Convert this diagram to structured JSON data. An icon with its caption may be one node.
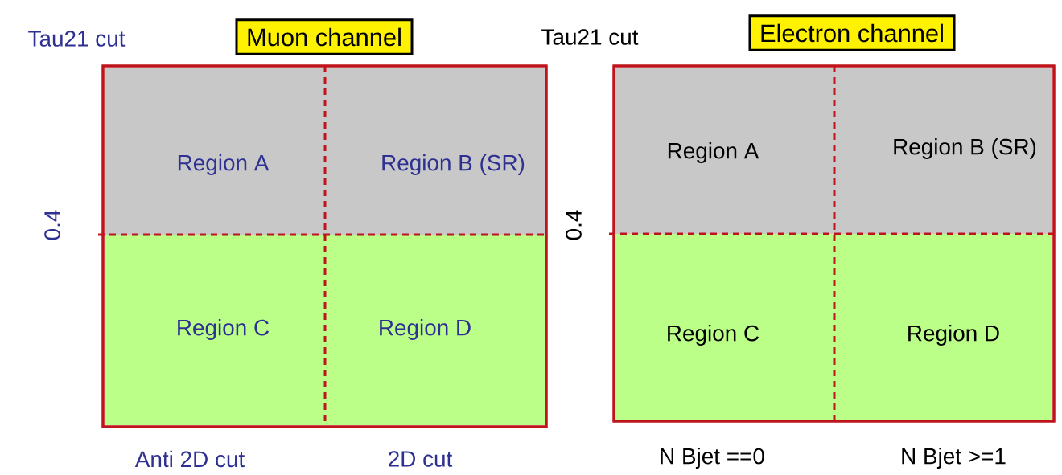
{
  "diagram": {
    "nodes": [
      {
        "text": [
          "Muon channel"
        ]
      },
      {
        "text": [],
        "shape": "box"
      },
      {
        "text": [
          "Region A"
        ],
        "in": 1
      },
      {
        "text": [
          "Region B (SR)"
        ],
        "in": 1
      },
      {
        "text": [
          "Region C"
        ],
        "in": 1
      },
      {
        "text": [
          "Region D"
        ],
        "in": 1
      },
      {
        "text": [
          "Electron channel"
        ]
      },
      {
        "text": [],
        "shape": "box"
      },
      {
        "text": [
          "Region A"
        ],
        "in": 7
      },
      {
        "text": [
          "Region B (SR)"
        ],
        "in": 7
      },
      {
        "text": [
          "Region C"
        ],
        "in": 7
      },
      {
        "text": [
          "Region D"
        ],
        "in": 7
      }
    ],
    "labels": [
      "Tau21 cut",
      "Tau21 cut",
      "0.4",
      "0.4",
      "Anti 2D cut",
      "2D cut",
      "N Bjet ==0",
      "N Bjet >=1"
    ]
  }
}
